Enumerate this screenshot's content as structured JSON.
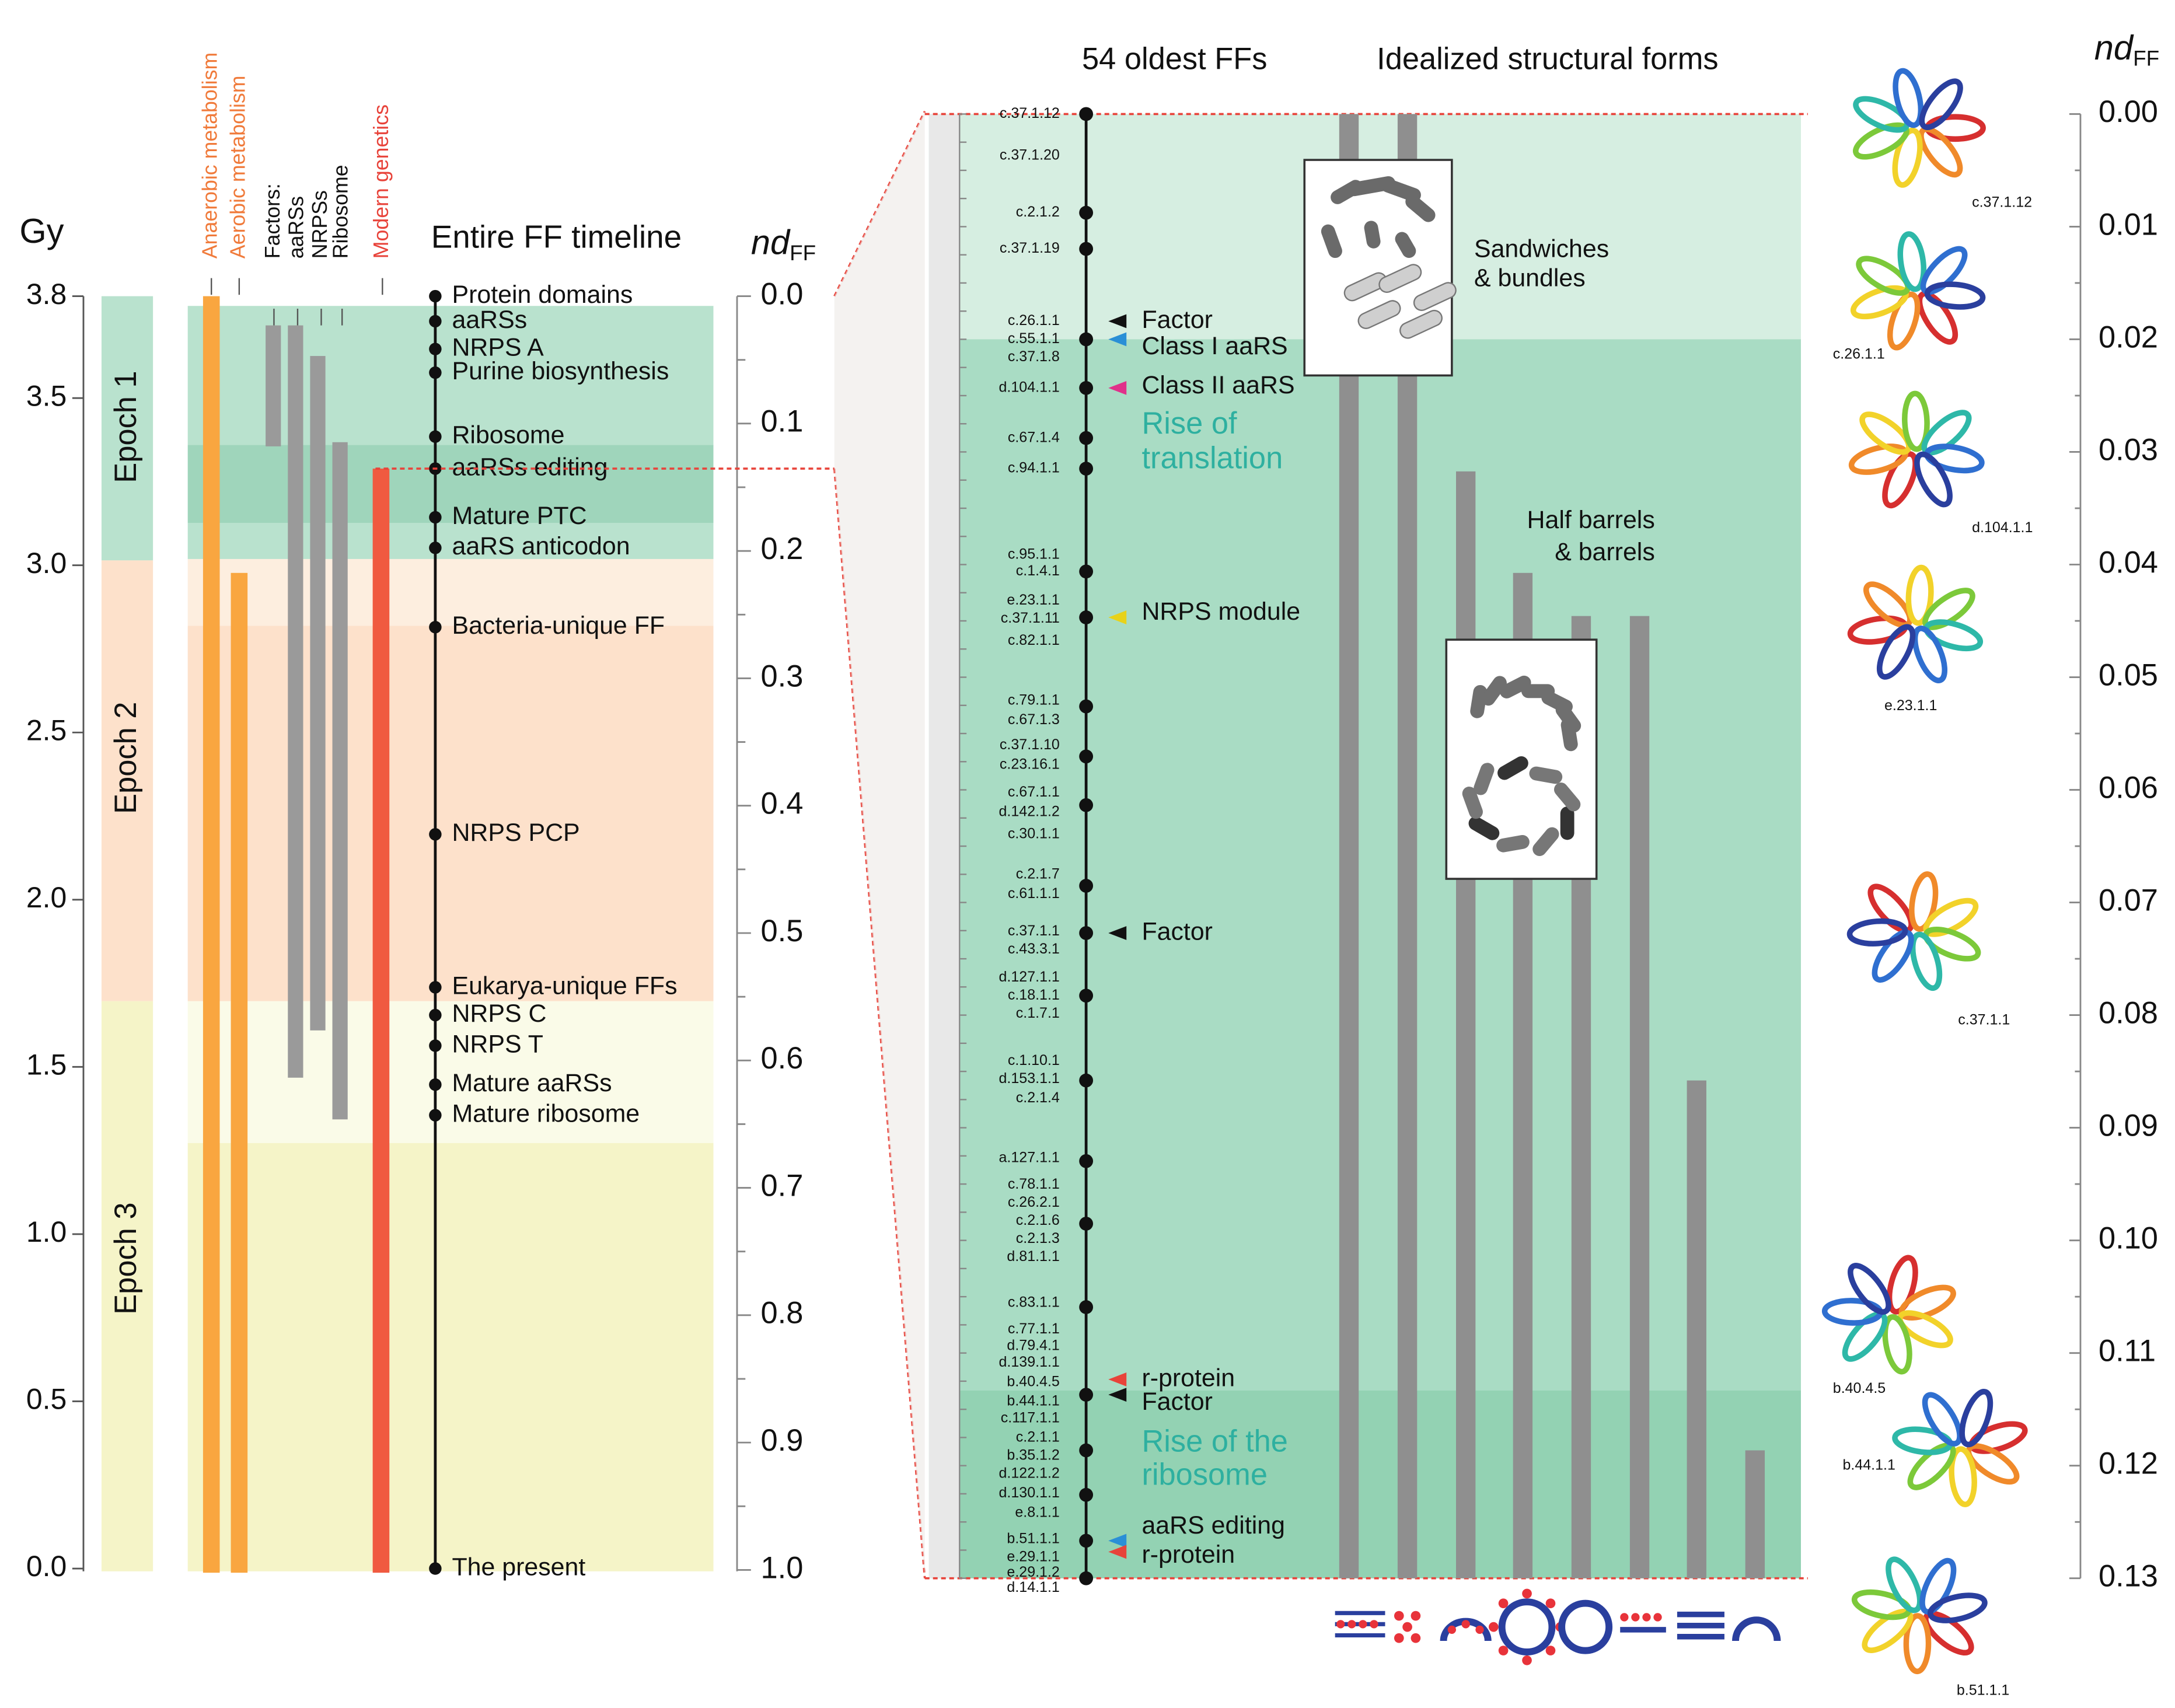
{
  "left_panel": {
    "gy_label": "Gy",
    "gy_ticks": [
      "3.8",
      "3.5",
      "3.0",
      "2.5",
      "2.0",
      "1.5",
      "1.0",
      "0.5",
      "0.0"
    ],
    "epochs": [
      "Epoch 1",
      "Epoch 2",
      "Epoch 3"
    ],
    "column_labels": [
      {
        "text": "Anaerobic metabolism",
        "color": "#f07a3a"
      },
      {
        "text": "Aerobic metabolism",
        "color": "#f07a3a"
      },
      {
        "text": "Factors:",
        "color": "#111111"
      },
      {
        "text": "aaRSs",
        "color": "#111111"
      },
      {
        "text": "NRPSs",
        "color": "#111111"
      },
      {
        "text": "Ribosome",
        "color": "#111111"
      },
      {
        "text": "Modern genetics",
        "color": "#e8433a"
      }
    ],
    "timeline_title": "Entire FF timeline",
    "timeline_events": [
      "Protein domains",
      "aaRSs",
      "NRPS A",
      "Purine biosynthesis",
      "Ribosome",
      "aaRSs editing",
      "Mature PTC",
      "aaRS anticodon",
      "Bacteria-unique FF",
      "NRPS PCP",
      "Eukarya-unique FFs",
      "NRPS C",
      "NRPS T",
      "Mature aaRSs",
      "Mature ribosome",
      "The present"
    ],
    "nd_label": "nd",
    "nd_sub": "FF",
    "nd_ticks": [
      "0.0",
      "0.1",
      "0.2",
      "0.3",
      "0.4",
      "0.5",
      "0.6",
      "0.7",
      "0.8",
      "0.9",
      "1.0"
    ]
  },
  "right_panel": {
    "oldest_title": "54 oldest FFs",
    "forms_title": "Idealized structural forms",
    "nd_label": "nd",
    "nd_sub": "FF",
    "nd_ticks": [
      "0.00",
      "0.01",
      "0.02",
      "0.03",
      "0.04",
      "0.05",
      "0.06",
      "0.07",
      "0.08",
      "0.09",
      "0.10",
      "0.11",
      "0.12",
      "0.13"
    ],
    "ff_labels": [
      "c.37.1.12",
      "c.37.1.20",
      "c.2.1.2",
      "c.37.1.19",
      "c.26.1.1",
      "c.55.1.1",
      "c.37.1.8",
      "d.104.1.1",
      "c.67.1.4",
      "c.94.1.1",
      "c.95.1.1",
      "c.1.4.1",
      "e.23.1.1",
      "c.37.1.11",
      "c.82.1.1",
      "c.79.1.1",
      "c.67.1.3",
      "c.37.1.10",
      "c.23.16.1",
      "c.67.1.1",
      "d.142.1.2",
      "c.30.1.1",
      "c.2.1.7",
      "c.61.1.1",
      "c.37.1.1",
      "c.43.3.1",
      "d.127.1.1",
      "c.18.1.1",
      "c.1.7.1",
      "c.1.10.1",
      "d.153.1.1",
      "c.2.1.4",
      "a.127.1.1",
      "c.78.1.1",
      "c.26.2.1",
      "c.2.1.6",
      "c.2.1.3",
      "d.81.1.1",
      "c.83.1.1",
      "c.77.1.1",
      "d.79.4.1",
      "d.139.1.1",
      "b.40.4.5",
      "b.44.1.1",
      "c.117.1.1",
      "c.2.1.1",
      "b.35.1.2",
      "d.122.1.2",
      "d.130.1.1",
      "e.8.1.1",
      "b.51.1.1",
      "e.29.1.1",
      "e.29.1.2",
      "d.14.1.1"
    ],
    "events": [
      {
        "text": "Factor",
        "color": "#111111"
      },
      {
        "text": "Class I aaRS",
        "color": "#2a8fd6"
      },
      {
        "text": "Class II aaRS",
        "color": "#e0318a"
      },
      {
        "text": "NRPS module",
        "color": "#e8d21a"
      },
      {
        "text": "Factor",
        "color": "#111111"
      },
      {
        "text": "r-protein",
        "color": "#e8433a"
      },
      {
        "text": "Factor",
        "color": "#111111"
      },
      {
        "text": "aaRS editing",
        "color": "#2a8fd6"
      },
      {
        "text": "r-protein",
        "color": "#e8433a"
      }
    ],
    "rise_translation": [
      "Rise of",
      "translation"
    ],
    "rise_ribosome": [
      "Rise of the",
      "ribosome"
    ],
    "sandwiches_label": [
      "Sandwiches",
      "& bundles"
    ],
    "barrels_label": [
      "Half barrels",
      "& barrels"
    ],
    "structure_captions": [
      "c.37.1.12",
      "c.26.1.1",
      "d.104.1.1",
      "e.23.1.1",
      "c.37.1.1",
      "b.40.4.5",
      "b.44.1.1",
      "b.51.1.1"
    ],
    "form_icons": [
      "sandwich-icon",
      "bundle-icon",
      "half-barrel-icon",
      "closed-barrel-icon",
      "barrel-icon",
      "layer-icon",
      "stack-icon",
      "arc-icon"
    ]
  },
  "colors": {
    "epoch1": "#b9e2ce",
    "epoch2": "#fde1cb",
    "epoch3": "#f5f4c8",
    "orange": "#f9a640",
    "red": "#f05a40",
    "grey": "#9a9a9a",
    "teal": "#2eb0a0",
    "panel_green": "#a9dcc4",
    "panel_light": "#d6eee1",
    "dashed": "#e8433a"
  }
}
